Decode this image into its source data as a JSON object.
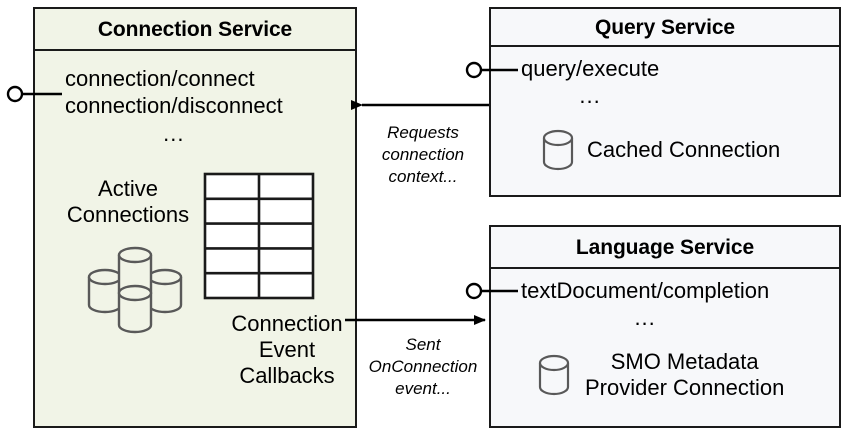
{
  "diagram": {
    "title": "Connection Service interaction diagram",
    "background": "#ffffff",
    "stroke_color": "#1a1a1a",
    "icon_stroke_color": "#595959"
  },
  "components": {
    "connection_service": {
      "title": "Connection Service",
      "fill": "#f1f4e7",
      "endpoints": [
        "connection/connect",
        "connection/disconnect"
      ],
      "ellipsis": "...",
      "active_connections_label": "Active\nConnections",
      "active_connections_line1": "Active",
      "active_connections_line2": "Connections",
      "callbacks_label_line1": "Connection",
      "callbacks_label_line2": "Event",
      "callbacks_label_line3": "Callbacks",
      "cluster_icon": "database-cluster-icon",
      "table_icon": "table-grid-icon",
      "table_rows": 5,
      "table_cols": 2
    },
    "query_service": {
      "title": "Query Service",
      "fill": "#f7f8fa",
      "endpoints": [
        "query/execute"
      ],
      "ellipsis": "...",
      "store_label": "Cached Connection",
      "store_icon": "database-cylinder-icon"
    },
    "language_service": {
      "title": "Language Service",
      "fill": "#f7f8fa",
      "endpoints": [
        "textDocument/completion"
      ],
      "ellipsis": "...",
      "store_label_line1": "SMO Metadata",
      "store_label_line2": "Provider Connection",
      "store_icon": "database-cylinder-icon"
    }
  },
  "connectors": [
    {
      "id": "requests-connection-context",
      "from": "query_service",
      "to": "connection_service",
      "direction": "left",
      "caption_line1": "Requests",
      "caption_line2": "connection",
      "caption_line3": "context..."
    },
    {
      "id": "sent-onconnection-event",
      "from": "connection_service",
      "to": "language_service",
      "direction": "right",
      "caption_line1": "Sent",
      "caption_line2": "OnConnection",
      "caption_line3": "event..."
    }
  ],
  "interface_sockets": [
    {
      "id": "connection-service-interface",
      "owner": "connection_service"
    },
    {
      "id": "query-service-interface",
      "owner": "query_service"
    },
    {
      "id": "language-service-interface",
      "owner": "language_service"
    }
  ]
}
